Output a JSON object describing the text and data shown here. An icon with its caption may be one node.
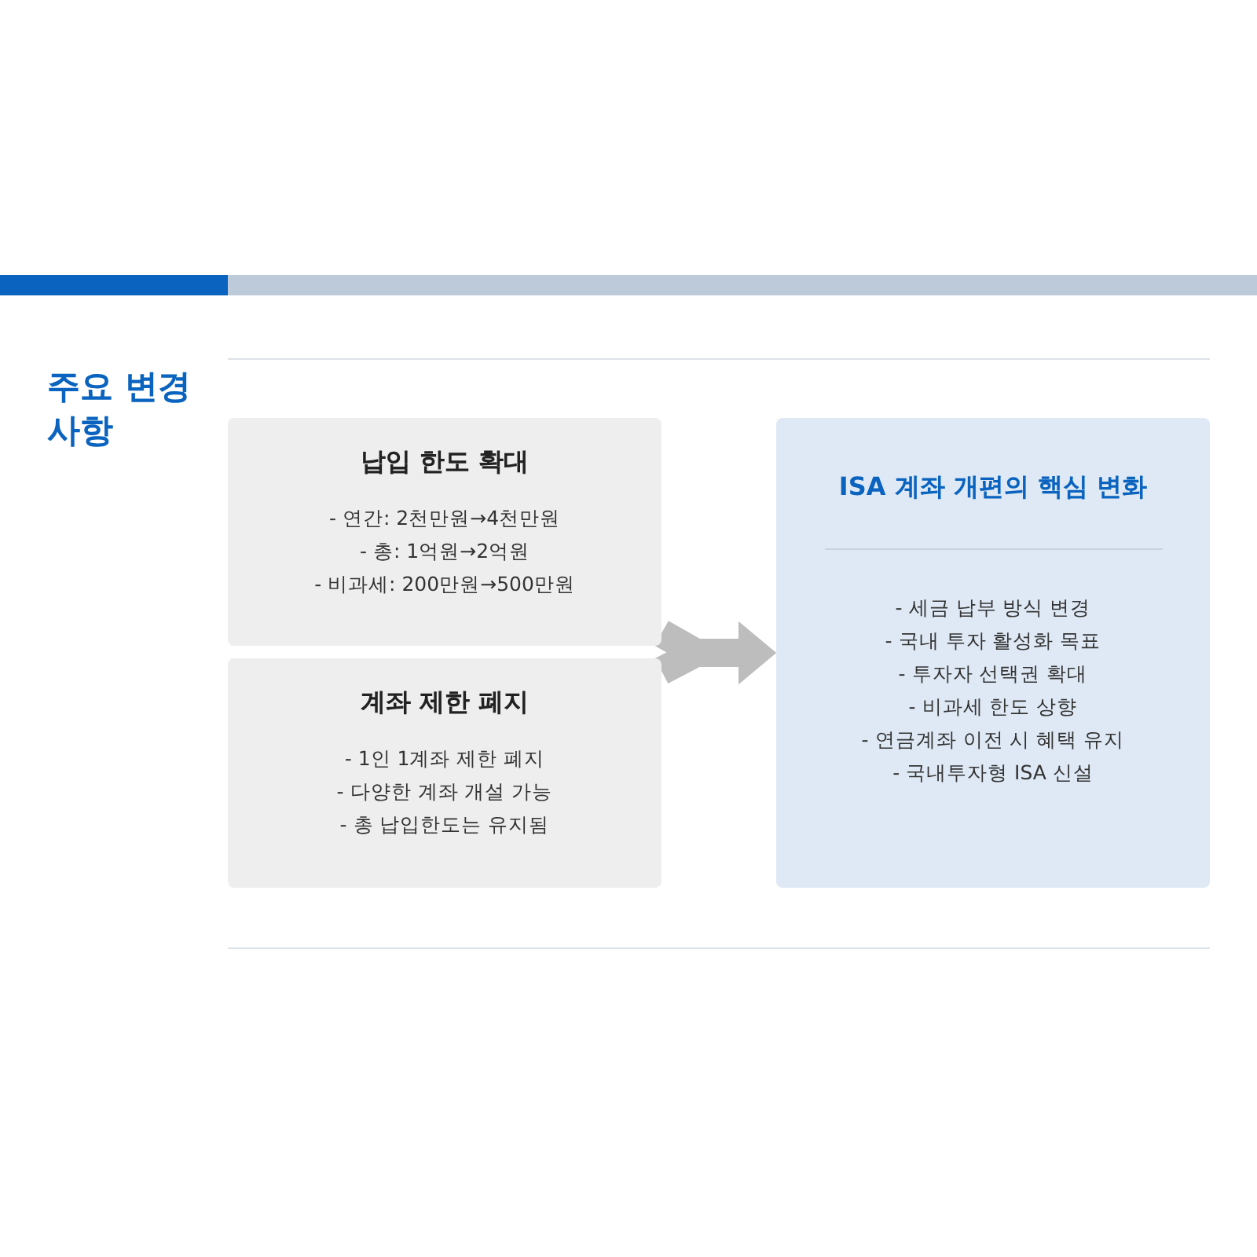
{
  "diagram": {
    "title": "주요 변경 사항",
    "nodes": [
      {
        "text": [
          "납입 한도 확대",
          "- 연간: 2천만원→4천만원",
          "- 총: 1억원→2억원",
          "- 비과세: 200만원→500만원"
        ]
      },
      {
        "text": [
          "계좌 제한 폐지",
          "- 1인 1계좌 제한 폐지",
          "- 다양한 계좌 개설 가능",
          "- 총 납입한도는 유지됨"
        ]
      },
      {
        "text": [
          "ISA 계좌 개편의 핵심 변화",
          "- 세금 납부 방식 변경",
          "- 국내 투자 활성화 목표",
          "- 투자자 선택권 확대",
          "- 비과세 한도 상향",
          "- 연금계좌 이전 시 혜택 유지",
          "- 국내투자형 ISA 신설"
        ]
      }
    ],
    "edges": [
      {
        "from": 0,
        "to": 2,
        "arrow": "to"
      },
      {
        "from": 1,
        "to": 2,
        "arrow": "to"
      }
    ]
  }
}
